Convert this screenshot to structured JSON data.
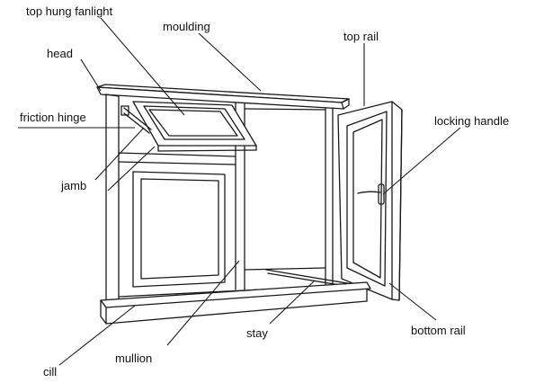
{
  "labels": {
    "top_hung_fanlight": "top hung fanlight",
    "moulding": "moulding",
    "top_rail": "top rail",
    "head": "head",
    "friction_hinge": "friction hinge",
    "locking_handle": "locking handle",
    "jamb": "jamb",
    "stay": "stay",
    "bottom_rail": "bottom rail",
    "mullion": "mullion",
    "cill": "cill"
  },
  "colors": {
    "line": "#1a1a1a",
    "background": "#ffffff"
  }
}
